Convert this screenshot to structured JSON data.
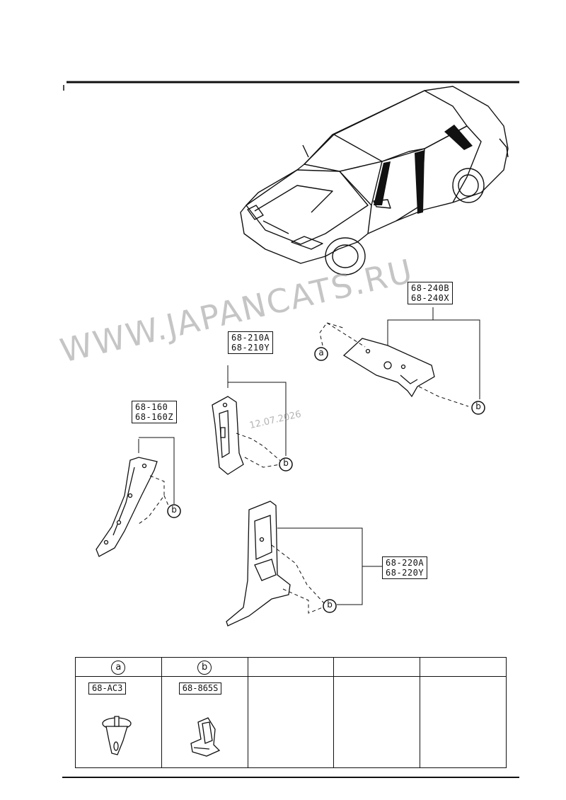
{
  "callouts": {
    "rear_pillar": [
      "68-240B",
      "68-240X"
    ],
    "center_upper": [
      "68-210A",
      "68-210Y"
    ],
    "front_pillar": [
      "68-160",
      "68-160Z"
    ],
    "center_lower": [
      "68-220A",
      "68-220Y"
    ]
  },
  "fastener_refs": {
    "a": "a",
    "b": "b"
  },
  "legend": {
    "columns": [
      {
        "symbol": "a",
        "part_no": "68-AC3",
        "icon": "push-clip-icon"
      },
      {
        "symbol": "b",
        "part_no": "68-865S",
        "icon": "spring-clip-icon"
      },
      {
        "symbol": "",
        "part_no": ""
      },
      {
        "symbol": "",
        "part_no": ""
      },
      {
        "symbol": "",
        "part_no": ""
      }
    ]
  },
  "watermark": {
    "text": "WWW.JAPANCATS.RU",
    "date": "12.07.2026"
  }
}
